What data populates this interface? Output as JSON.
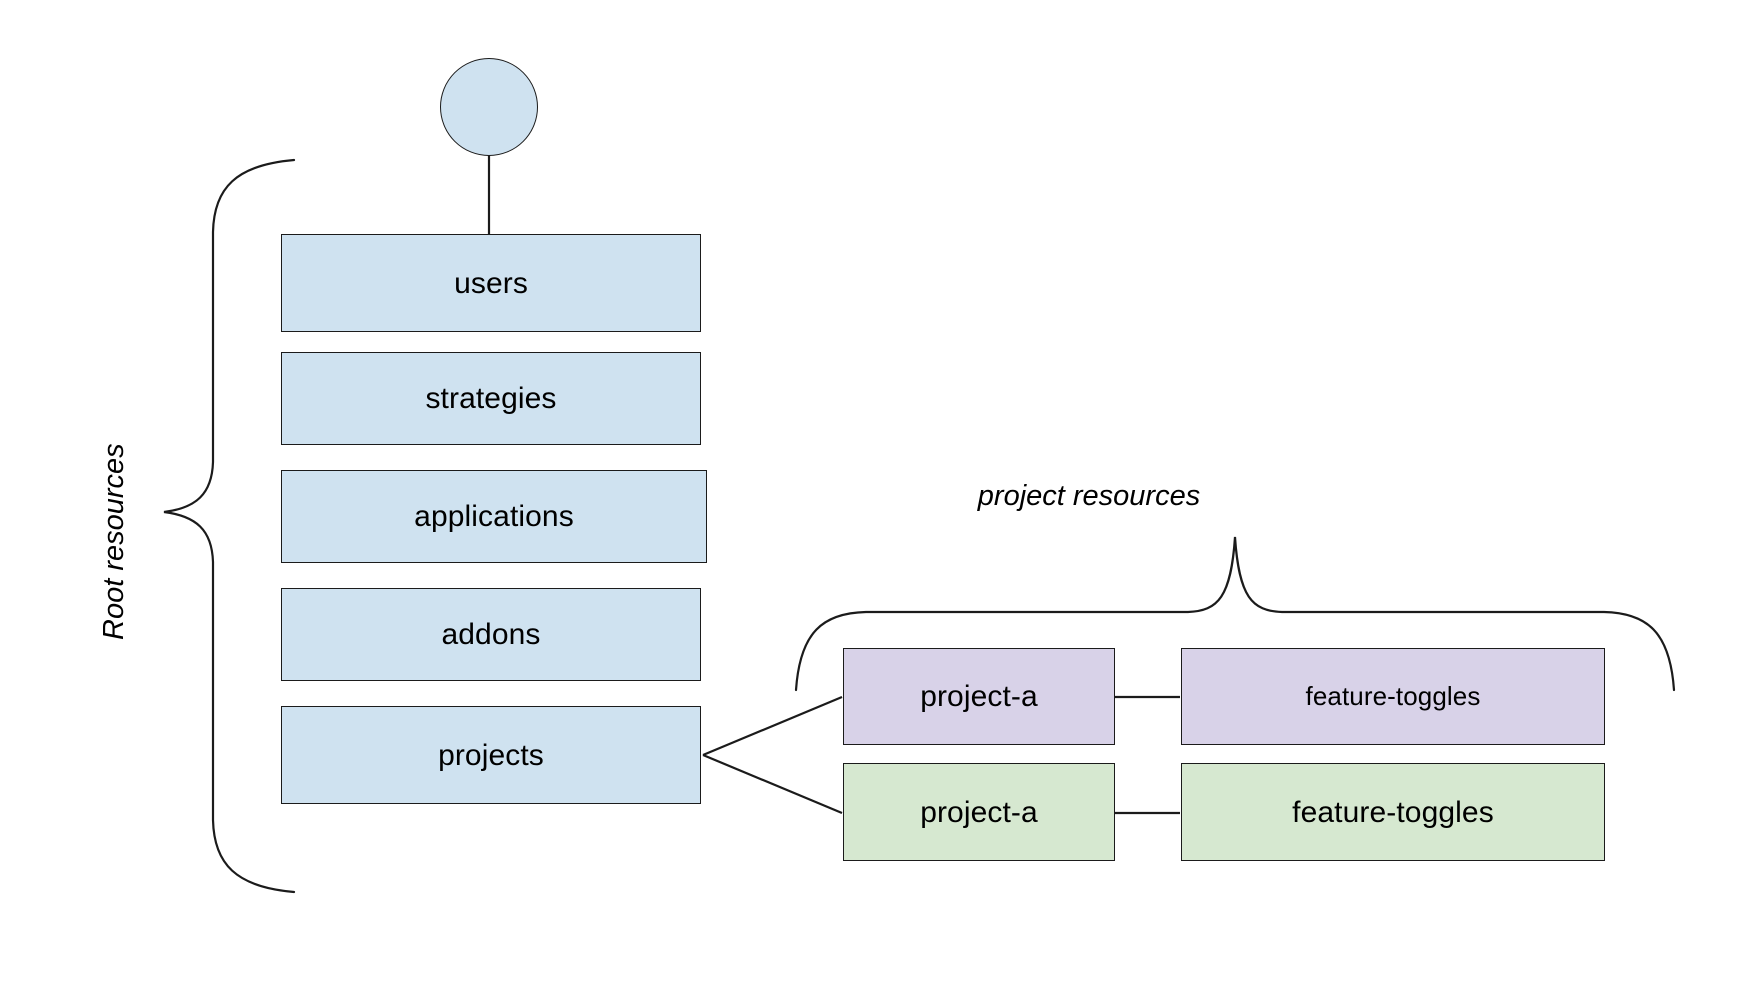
{
  "diagram": {
    "type": "resource-hierarchy-diagram",
    "background_color": "#ffffff",
    "stroke_color": "#1b1b1b",
    "groups": [
      {
        "name": "root-resources",
        "label": "Root resources",
        "label_orientation": "vertical",
        "brace_side": "left",
        "fill_color": "#cfe2f0"
      },
      {
        "name": "project-resources",
        "label": "project resources",
        "label_orientation": "horizontal",
        "brace_side": "top",
        "fill_colors": [
          "#d8d2e8",
          "#d6e8d0"
        ]
      }
    ],
    "root_circle": {
      "name": "root-node",
      "label": "",
      "fill_color": "#cfe2f0"
    },
    "root_resources": [
      {
        "label": "users",
        "fill_color": "#cfe2f0"
      },
      {
        "label": "strategies",
        "fill_color": "#cfe2f0"
      },
      {
        "label": "applications",
        "fill_color": "#cfe2f0"
      },
      {
        "label": "addons",
        "fill_color": "#cfe2f0"
      },
      {
        "label": "projects",
        "fill_color": "#cfe2f0"
      }
    ],
    "project_rows": [
      {
        "project": "project-a",
        "resource": "feature-toggles",
        "fill_color": "#d8d2e8",
        "project_font_size": "30px",
        "resource_font_size": "26px"
      },
      {
        "project": "project-a",
        "resource": "feature-toggles",
        "fill_color": "#d6e8d0",
        "project_font_size": "30px",
        "resource_font_size": "30px"
      }
    ]
  }
}
